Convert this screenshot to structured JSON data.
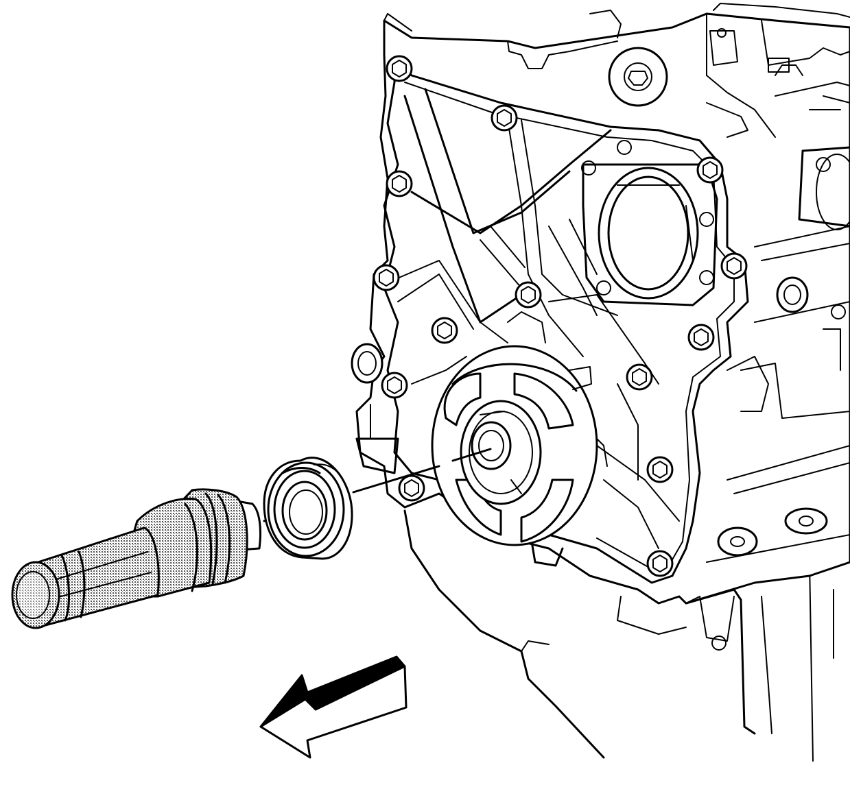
{
  "figure": {
    "components": [
      {
        "name": "engine-block-front-cover",
        "icon": "engine-block-icon"
      },
      {
        "name": "crankshaft-front-oil-seal",
        "icon": "oil-seal-icon"
      },
      {
        "name": "seal-installer-tool",
        "icon": "installer-tool-icon"
      },
      {
        "name": "direction-arrow",
        "icon": "arrow-left-icon"
      }
    ],
    "colors": {
      "line": "#000000",
      "background": "#ffffff",
      "arrow_fill": "#000000",
      "tool_shading": "#8a8a8a"
    }
  }
}
